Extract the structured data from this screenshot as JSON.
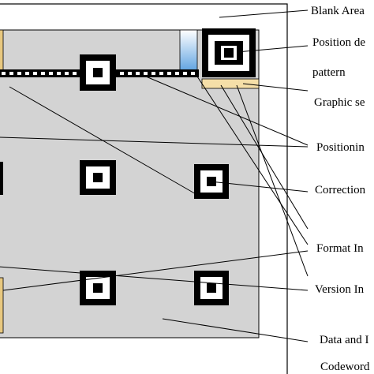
{
  "labels": {
    "blank_area": "Blank Area",
    "position_detection": "Position de",
    "position_detection_2": "pattern",
    "graphic_separator": "Graphic se",
    "positioning": "Positionin",
    "correction": "Correction",
    "format_info": "Format In",
    "version_info": "Version In",
    "data_and": "Data and I",
    "codeword": "Codeword"
  },
  "colors": {
    "data_area": "#d3d3d3",
    "separator": "#f5dfa8",
    "format_strip": "#e8c880",
    "finder_gradient_top": "#ffffff",
    "finder_gradient_bottom": "#5aa0e0",
    "pattern_dark": "#000000"
  }
}
